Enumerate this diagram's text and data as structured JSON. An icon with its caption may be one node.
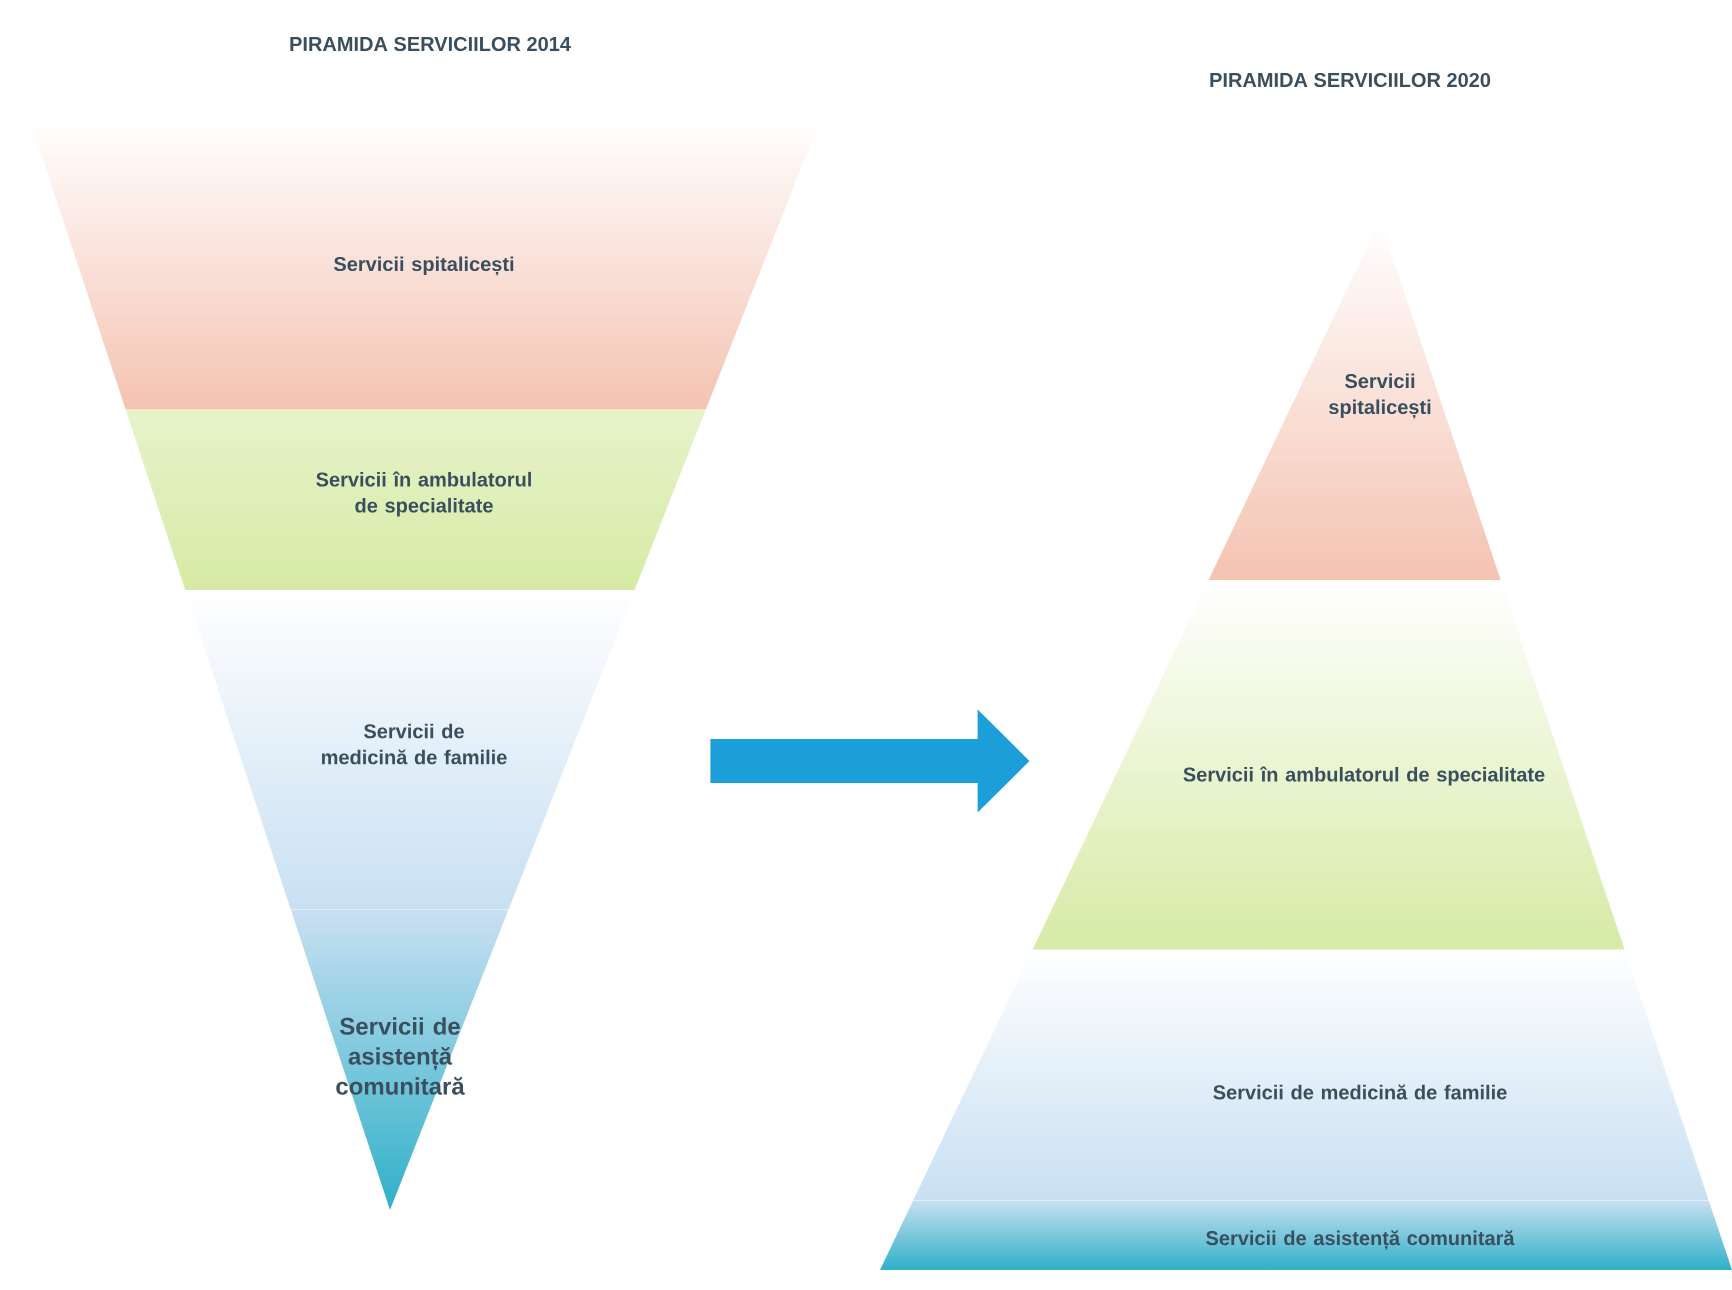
{
  "diagram": {
    "nodes": [
      {
        "text": [
          "PIRAMIDA SERVICIILOR 2014"
        ]
      },
      {
        "text": [
          "Servicii spitalicești"
        ],
        "in": 0
      },
      {
        "text": [
          "Servicii în ambulatorul de specialitate"
        ],
        "in": 0
      },
      {
        "text": [
          "Servicii de medicină de familie"
        ],
        "in": 0
      },
      {
        "text": [
          "Servicii de asistență comunitară"
        ],
        "in": 0
      },
      {
        "text": [
          "PIRAMIDA SERVICIILOR 2020"
        ]
      },
      {
        "text": [
          "Servicii spitalicești"
        ],
        "in": 5
      },
      {
        "text": [
          "Servicii în ambulatorul de specialitate"
        ],
        "in": 5
      },
      {
        "text": [
          "Servicii de medicină de familie"
        ],
        "in": 5
      },
      {
        "text": [
          "Servicii de asistență comunitară"
        ],
        "in": 5
      }
    ],
    "edges": [
      {
        "from": 0,
        "to": 5,
        "arrow": "to",
        "color": "#1c9fd8"
      }
    ]
  }
}
